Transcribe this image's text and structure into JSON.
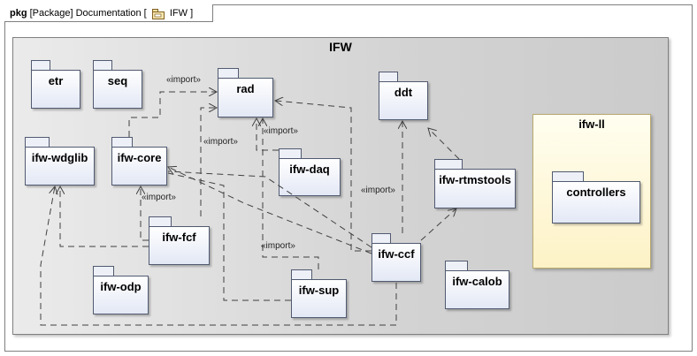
{
  "frame": {
    "keyword": "pkg",
    "label_pre": "[Package] Documentation [",
    "label_name": "IFW",
    "label_post": "]"
  },
  "container": {
    "title": "IFW"
  },
  "packages": {
    "etr": "etr",
    "seq": "seq",
    "rad": "rad",
    "ddt": "ddt",
    "ifw_wdglib": "ifw-wdglib",
    "ifw_core": "ifw-core",
    "ifw_daq": "ifw-daq",
    "ifw_rtmstools": "ifw-rtmstools",
    "ifw_fcf": "ifw-fcf",
    "ifw_ccf": "ifw-ccf",
    "ifw_odp": "ifw-odp",
    "ifw_sup": "ifw-sup",
    "ifw_calob": "ifw-calob"
  },
  "ifw_ll": {
    "title": "ifw-ll",
    "controllers": "controllers"
  },
  "dependency_label": "«import»",
  "colors": {
    "line": "#404040",
    "package_border": "#505a70",
    "package_fill": "#e3e8f5",
    "highlight_fill": "#fdf2c6"
  }
}
